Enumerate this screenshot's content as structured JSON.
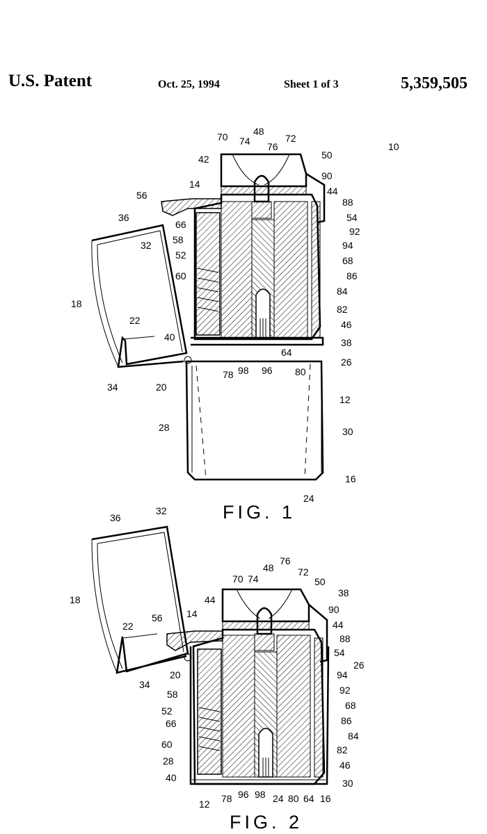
{
  "header": {
    "patent_label": "U.S. Patent",
    "date": "Oct. 25, 1994",
    "sheet": "Sheet 1 of 3",
    "number": "5,359,505"
  },
  "figures": [
    {
      "label": "FIG. 1",
      "refs": [
        "10",
        "70",
        "74",
        "48",
        "76",
        "72",
        "50",
        "42",
        "90",
        "14",
        "44",
        "56",
        "88",
        "54",
        "36",
        "66",
        "92",
        "32",
        "58",
        "94",
        "52",
        "68",
        "60",
        "86",
        "84",
        "18",
        "82",
        "22",
        "46",
        "40",
        "38",
        "64",
        "26",
        "34",
        "20",
        "78",
        "98",
        "96",
        "80",
        "12",
        "28",
        "30",
        "16",
        "24"
      ]
    },
    {
      "label": "FIG. 2",
      "refs": [
        "36",
        "32",
        "48",
        "76",
        "70",
        "74",
        "72",
        "50",
        "38",
        "18",
        "44",
        "14",
        "90",
        "56",
        "44",
        "22",
        "88",
        "54",
        "26",
        "20",
        "34",
        "94",
        "92",
        "58",
        "68",
        "52",
        "66",
        "86",
        "84",
        "60",
        "82",
        "28",
        "46",
        "40",
        "30",
        "12",
        "78",
        "96",
        "98",
        "24",
        "80",
        "64",
        "16"
      ]
    }
  ]
}
